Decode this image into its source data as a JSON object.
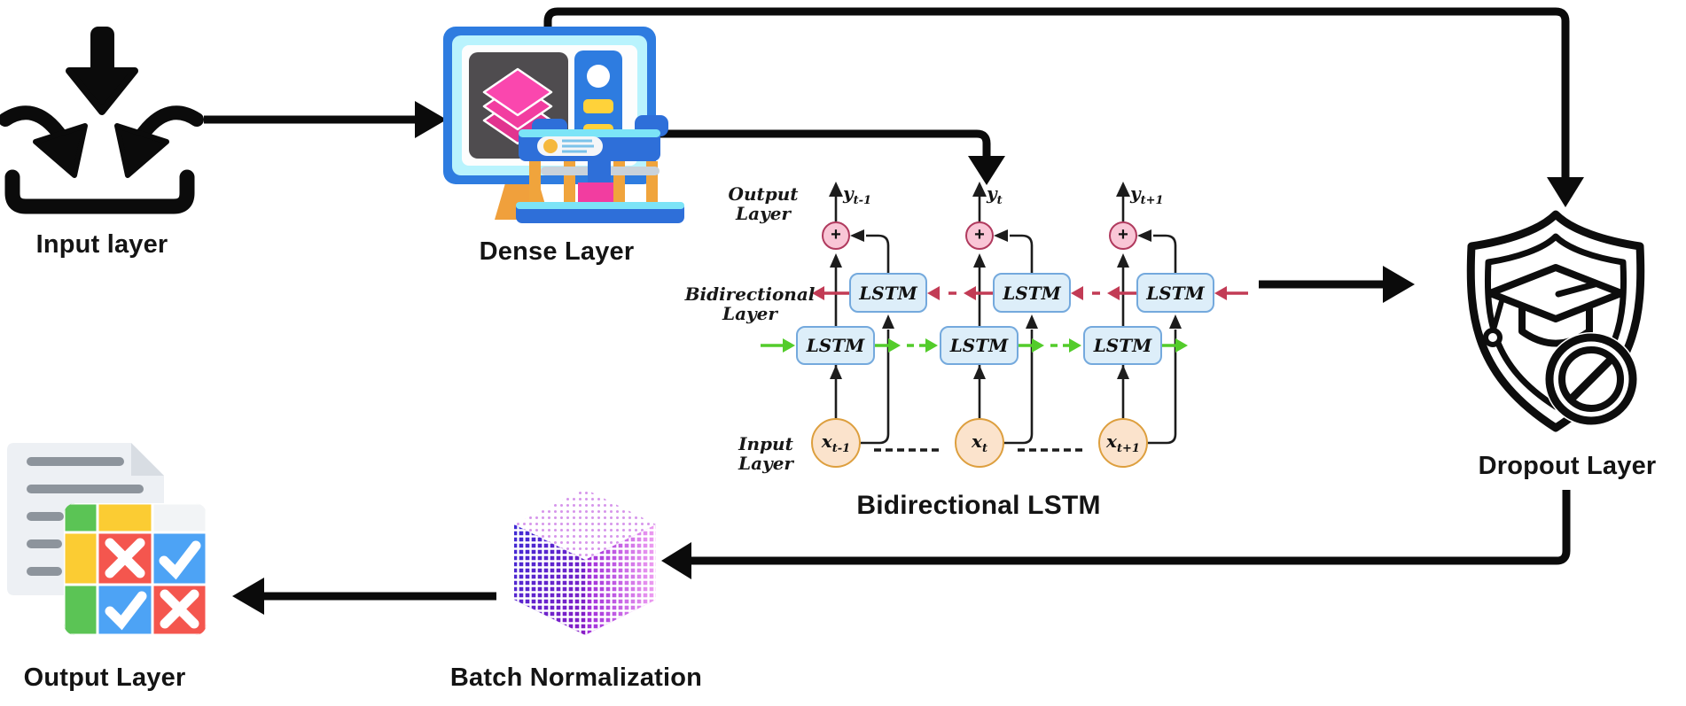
{
  "nodes": {
    "input_layer": {
      "label": "Input layer",
      "icon": "inbox-converging-arrows-icon"
    },
    "dense_layer": {
      "label": "Dense Layer",
      "icon": "monitor-layers-printer-icon"
    },
    "bidirectional_lstm": {
      "label": "Bidirectional LSTM",
      "row_labels": {
        "output": {
          "line1": "Output",
          "line2": "Layer"
        },
        "hidden": {
          "line1": "Bidirectional",
          "line2": "Layer"
        },
        "input": {
          "line1": "Input",
          "line2": "Layer"
        }
      },
      "columns": [
        {
          "x_base": "x",
          "x_sub": "t-1",
          "y_base": "y",
          "y_sub": "t-1",
          "forward_cell": "LSTM",
          "backward_cell": "LSTM",
          "sum_symbol": "+"
        },
        {
          "x_base": "x",
          "x_sub": "t",
          "y_base": "y",
          "y_sub": "t",
          "forward_cell": "LSTM",
          "backward_cell": "LSTM",
          "sum_symbol": "+"
        },
        {
          "x_base": "x",
          "x_sub": "t+1",
          "y_base": "y",
          "y_sub": "t+1",
          "forward_cell": "LSTM",
          "backward_cell": "LSTM",
          "sum_symbol": "+"
        }
      ]
    },
    "dropout_layer": {
      "label": "Dropout Layer",
      "icon": "shield-graduation-cap-no-sign-icon"
    },
    "batch_normalization": {
      "label": "Batch Normalization",
      "icon": "halftone-cube-icon"
    },
    "output_layer": {
      "label": "Output Layer",
      "icon": "document-checklist-grid-icon"
    }
  },
  "colors": {
    "connector_black": "#0b0b0b",
    "forward_arrow_green": "#53cc2b",
    "backward_arrow_red": "#c23b55",
    "lstm_box_fill": "#ddeef9",
    "lstm_box_border": "#74a9dd",
    "sum_circle_fill": "#f9c6d6",
    "sum_circle_border": "#b03a5e",
    "input_circle_fill": "#fbe3cc",
    "input_circle_border": "#dd9f3e",
    "dense_screen_pink": "#f23da0",
    "cube_left_purple": "#4629d8",
    "cube_right_pink": "#e08df0",
    "grid_green": "#5bc455",
    "grid_yellow": "#fbcc33",
    "grid_red": "#f4564e",
    "grid_blue": "#4da3f5"
  }
}
